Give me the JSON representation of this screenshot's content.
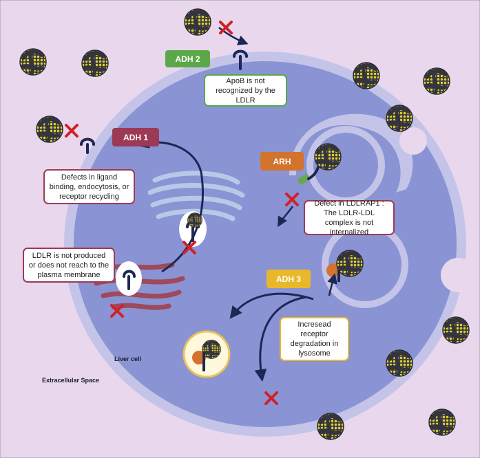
{
  "tags": {
    "adh2": "ADH 2",
    "adh1": "ADH 1",
    "arh": "ARH",
    "adh3": "ADH 3"
  },
  "labels": {
    "apob": "ApoB is not recognized by the LDLR",
    "ligand": "Defects in ligand binding, endocytosis, or receptor recycling",
    "ldlrap1": "Defect in LDLRAP1 : The LDLR-LDL complex is not internalized",
    "produced": "LDLR is not produced or does not reach to the plasma membrane",
    "degradation": "Incresead receptor degradation in lysosome"
  },
  "regions": {
    "liver": "Liver cell",
    "extracellular": "Extracellular Space"
  },
  "colors": {
    "background": "#e9d7ee",
    "cell": "#8a93d4",
    "membrane": "#c3c4e8",
    "adh2": "#5aa848",
    "adh1": "#9c3a55",
    "arh": "#d2732e",
    "adh3": "#e9b82a",
    "cross": "#d22027",
    "arrow": "#1c2753"
  }
}
